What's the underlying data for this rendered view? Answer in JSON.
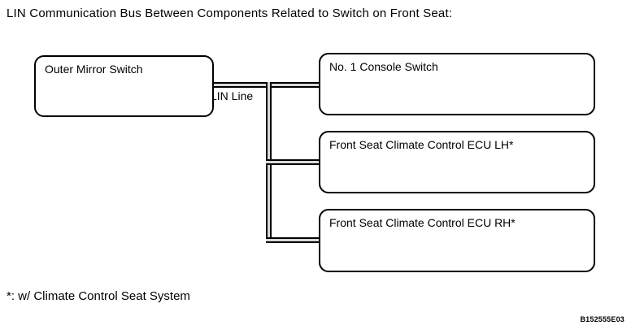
{
  "title": "LIN Communication Bus Between Components Related to Switch on Front Seat:",
  "diagram": {
    "type": "block-diagram",
    "bus_label": "LIN Line",
    "nodes": [
      {
        "id": "outer-mirror-switch",
        "label": "Outer Mirror Switch"
      },
      {
        "id": "no1-console-switch",
        "label": "No. 1 Console Switch"
      },
      {
        "id": "front-seat-climate-control-ecu-lh",
        "label": "Front Seat Climate Control ECU LH*"
      },
      {
        "id": "front-seat-climate-control-ecu-rh",
        "label": "Front Seat Climate Control ECU RH*"
      }
    ],
    "connections": [
      {
        "from": "outer-mirror-switch",
        "to": "no1-console-switch",
        "via": "LIN Line"
      },
      {
        "from": "outer-mirror-switch",
        "to": "front-seat-climate-control-ecu-lh",
        "via": "LIN Line"
      },
      {
        "from": "outer-mirror-switch",
        "to": "front-seat-climate-control-ecu-rh",
        "via": "LIN Line"
      }
    ]
  },
  "footnote": "*: w/ Climate Control Seat System",
  "figure_code": "B152555E03",
  "colors": {
    "line": "#000000",
    "background": "#ffffff",
    "text": "#000000",
    "bus_gap": "#d9d9d9"
  }
}
